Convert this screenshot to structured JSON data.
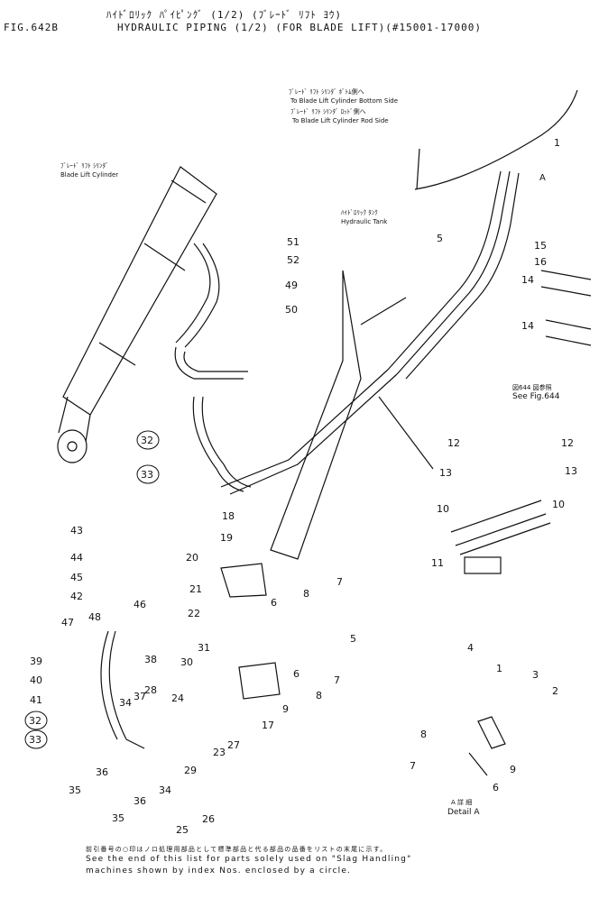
{
  "header": {
    "jp_title": "ﾊｲﾄﾞﾛﾘｯｸ ﾊﾟｲﾋﾟﾝｸﾞ (1/2) (ﾌﾞﾚｰﾄﾞ ﾘﾌﾄ ﾖｳ)",
    "fig_no": "FIG.642B",
    "title": "HYDRAULIC PIPING (1/2) (FOR BLADE LIFT)(#15001-17000)"
  },
  "notes": {
    "bottom_side_jp": "ﾌﾞﾚｰﾄﾞ ﾘﾌﾄ ｼﾘﾝﾀﾞ ﾎﾞﾄﾑ側へ",
    "bottom_side_en": "To Blade Lift Cylinder Bottom Side",
    "rod_side_jp": "ﾌﾞﾚｰﾄﾞ ﾘﾌﾄ ｼﾘﾝﾀﾞ ﾛｯﾄﾞ側へ",
    "rod_side_en": "To Blade Lift Cylinder Rod Side",
    "cylinder_jp": "ﾌﾞﾚｰﾄﾞ ﾘﾌﾄ ｼﾘﾝﾀﾞ",
    "cylinder_en": "Blade Lift Cylinder",
    "tank_jp": "ﾊｲﾄﾞﾛﾘｯｸ ﾀﾝｸ",
    "tank_en": "Hydraulic Tank",
    "see_fig_jp": "図644 図参照",
    "see_fig_en": "See Fig.644",
    "arrow_a": "A",
    "detail_jp": "A 詳 細",
    "detail_en": "Detail A"
  },
  "labels": [
    "1",
    "1",
    "2",
    "3",
    "4",
    "5",
    "5",
    "6",
    "6",
    "6",
    "7",
    "7",
    "7",
    "8",
    "8",
    "8",
    "9",
    "9",
    "10",
    "10",
    "11",
    "12",
    "12",
    "13",
    "13",
    "14",
    "14",
    "15",
    "16",
    "17",
    "18",
    "19",
    "20",
    "21",
    "22",
    "23",
    "24",
    "25",
    "26",
    "27",
    "28",
    "29",
    "30",
    "31",
    "32",
    "32",
    "33",
    "33",
    "34",
    "34",
    "35",
    "35",
    "36",
    "36",
    "37",
    "38",
    "39",
    "40",
    "41",
    "42",
    "43",
    "44",
    "45",
    "46",
    "47",
    "48",
    "49",
    "50",
    "51",
    "52"
  ],
  "footer": {
    "jp": "前引番号の○印はノロ処理用部品として標準部品と代る部品の品番をリストの末尾に示す。",
    "line1": "See the end of this list for parts solely used on \"Slag Handling\"",
    "line2": "machines shown by index Nos. enclosed by a circle."
  }
}
